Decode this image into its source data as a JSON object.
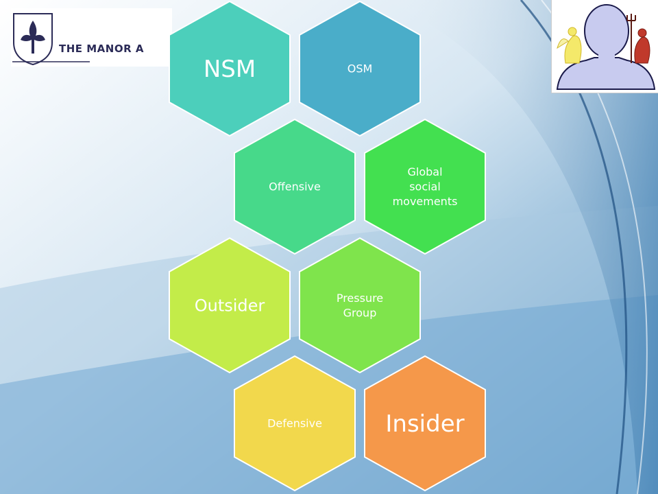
{
  "header": {
    "logo_text": "THE MANOR A"
  },
  "icons": {
    "logo": "fleur-de-lis-crest-icon",
    "picture": "angel-devil-shoulder-icon"
  },
  "diagram": {
    "hexagons": [
      {
        "label": "NSM",
        "color": "#4ccfbb"
      },
      {
        "label": "OSM",
        "color": "#4aadc9"
      },
      {
        "label": "Offensive",
        "color": "#47d98a"
      },
      {
        "label": "Global social movements",
        "color": "#43e050"
      },
      {
        "label": "Outsider",
        "color": "#c3ec49"
      },
      {
        "label": "Pressure Group",
        "color": "#7fe44c"
      },
      {
        "label": "Defensive",
        "color": "#f2d84c"
      },
      {
        "label": "Insider",
        "color": "#f5984a"
      }
    ]
  }
}
